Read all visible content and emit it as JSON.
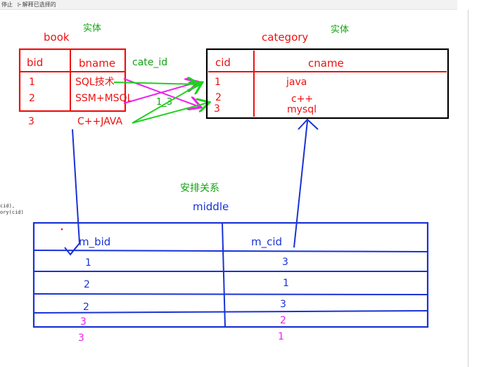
{
  "toolbar": {
    "stop_label": "停止",
    "explain_label": "解释已选择的"
  },
  "side_code": [
    "cid),",
    "ory(cid)"
  ],
  "colors": {
    "book": "#ee1111",
    "category": "#ee1111",
    "middle": "#1a32d6",
    "green": "#1fd11f",
    "magenta": "#ee22ee",
    "black": "#000000",
    "label_green": "#12a312"
  },
  "labels": {
    "entity_book": "实体",
    "entity_category": "实体",
    "arrange": "安排关系",
    "cate_id": "cate_id",
    "note_13": "1_3"
  },
  "book": {
    "title": "book",
    "headers": [
      "bid",
      "bname"
    ],
    "rows": [
      {
        "bid": "1",
        "bname": "SQL技术"
      },
      {
        "bid": "2",
        "bname": "SSM+MSQL"
      },
      {
        "bid": "3",
        "bname": "C++JAVA"
      }
    ]
  },
  "category": {
    "title": "category",
    "headers": [
      "cid",
      "cname"
    ],
    "rows": [
      {
        "cid": "1",
        "cname": "java"
      },
      {
        "cid": "2",
        "cname": "c++"
      },
      {
        "cid": "3",
        "cname": "mysql"
      }
    ]
  },
  "middle": {
    "title": "middle",
    "headers": [
      "m_bid",
      "m_cid"
    ],
    "rows": [
      {
        "m_bid": "1",
        "m_cid": "3"
      },
      {
        "m_bid": "2",
        "m_cid": "1"
      },
      {
        "m_bid": "2",
        "m_cid": "3"
      },
      {
        "m_bid": "3",
        "m_cid": "2"
      },
      {
        "m_bid": "3",
        "m_cid": "1"
      }
    ]
  }
}
